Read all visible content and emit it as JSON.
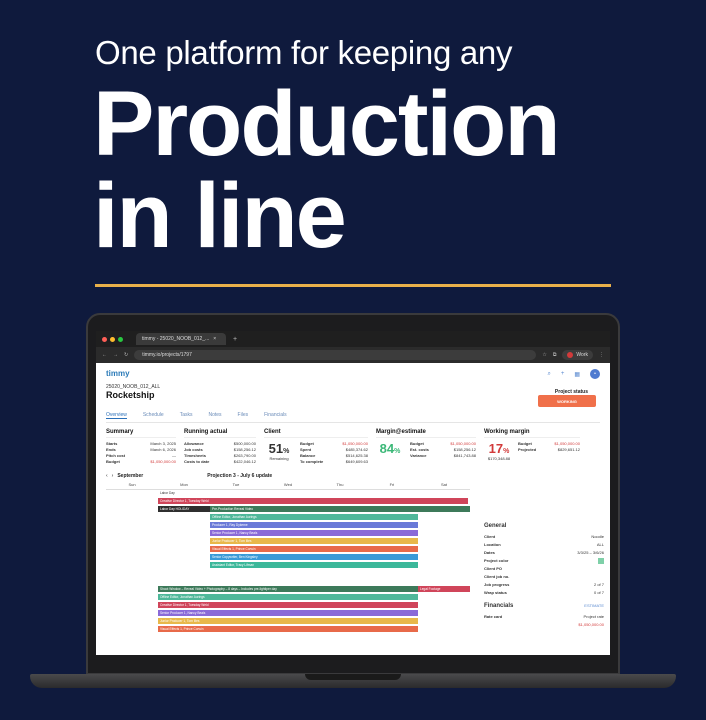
{
  "hero": {
    "subtitle": "One platform for keeping any",
    "title_line1": "Production",
    "title_line2": "in line"
  },
  "browser": {
    "tab_title": "timmy - 25020_NOOB_012_...",
    "url": "timmy.io/projects/1797",
    "profile": "Work"
  },
  "app": {
    "logo": "timmy",
    "project_code": "25020_NOOB_012_ALL",
    "project_name": "Rocketship",
    "status_label": "Project status",
    "status_value": "WORKING",
    "tabs": [
      "Overview",
      "Schedule",
      "Tasks",
      "Notes",
      "Files",
      "Financials"
    ]
  },
  "summary": {
    "title": "Summary",
    "starts_label": "Starts",
    "starts": "March 3, 2025",
    "ends_label": "Ends",
    "ends": "March 6, 2026",
    "pitch_label": "Pitch cost",
    "pitch": "—",
    "budget_label": "Budget",
    "budget": "$1,050,000.00"
  },
  "running": {
    "title": "Running actual",
    "allowance_label": "Allowance",
    "allowance": "$500,000.00",
    "job_label": "Job costs",
    "job": "$158,256.12",
    "timesheets_label": "Timesheets",
    "timesheets": "$263,790.00",
    "costs_label": "Costs to date",
    "costs": "$422,046.12"
  },
  "client": {
    "title": "Client",
    "percent": "51",
    "percent_sign": "%",
    "remaining": "Remaining",
    "budget_label": "Budget",
    "budget": "$1,050,000.00",
    "spent_label": "Spent",
    "spent": "$485,374.62",
    "balance_label": "Balance",
    "balance": "$514,625.38",
    "complete_label": "To complete",
    "complete": "$649,609.63"
  },
  "margin": {
    "title": "Margin@estimate",
    "percent": "84",
    "percent_sign": "%",
    "budget_label": "Budget",
    "budget": "$1,050,000.00",
    "est_label": "Est. costs",
    "est": "$158,256.12",
    "variance_label": "Variance",
    "variance": "$841,743.88"
  },
  "working": {
    "title": "Working margin",
    "percent": "17",
    "percent_sign": "%",
    "value": "$170,348.88",
    "budget_label": "Budget",
    "budget": "$1,050,000.00",
    "projected_label": "Projected",
    "projected": "$829,651.12"
  },
  "calendar": {
    "month": "September",
    "title": "Projection 3 - July 6 update",
    "days": [
      "Sun",
      "Mon",
      "Tue",
      "Wed",
      "Thu",
      "Fri",
      "Sat"
    ],
    "events": [
      {
        "label": "Labor Day",
        "color": "#ffffff"
      },
      {
        "label": "Creative Director 1, Tuesday Weld",
        "color": "#d0455a"
      },
      {
        "label": "Labor Day HOLIDAY",
        "color": "#2f2f2f"
      },
      {
        "label": "Pre-Production Reveal Video",
        "color": "#3d7a5a"
      },
      {
        "label": "Offline Editor, Jonathan Aurings",
        "color": "#4fb89a"
      },
      {
        "label": "Producer 1, Ray Dykeme",
        "color": "#6a7ad8"
      },
      {
        "label": "Senior Producer 1, Nancy Beals",
        "color": "#8a6ad8"
      },
      {
        "label": "Junior Producer 1, Tom Illes",
        "color": "#e8b84a"
      },
      {
        "label": "Visual Effects 1, Prince Corwin",
        "color": "#e86a4a"
      },
      {
        "label": "Senior Copywriter, Ben Kingsley",
        "color": "#3a9ad8"
      },
      {
        "label": "Assistant Editor, Tracy Lifman",
        "color": "#3cb89a"
      },
      {
        "label": "Shoot Window – Reveal Video + Photography – 8 days – Includes pre-lightiper day",
        "color": "#3d7a5a"
      },
      {
        "label": "Legal Footage",
        "color": "#d0455a"
      },
      {
        "label": "Offline Editor, Jonathan Aurings",
        "color": "#4fb89a"
      },
      {
        "label": "Creative Director 1, Tuesday Weld",
        "color": "#d0455a"
      },
      {
        "label": "Senior Producer 1, Nancy Beals",
        "color": "#8a6ad8"
      },
      {
        "label": "Junior Producer 1, Tom Illes",
        "color": "#e8b84a"
      },
      {
        "label": "Visual Effects 1, Prince Corwin",
        "color": "#e86a4a"
      }
    ]
  },
  "general": {
    "title": "General",
    "rows": [
      {
        "k": "Client",
        "v": "Noodle"
      },
      {
        "k": "Location",
        "v": "ALL"
      },
      {
        "k": "Dates",
        "v": "3/3/25 – 3/6/26"
      },
      {
        "k": "Project color",
        "v": ""
      },
      {
        "k": "Client PO",
        "v": ""
      },
      {
        "k": "Client job no.",
        "v": ""
      },
      {
        "k": "Job progress",
        "v": "2 of 7"
      },
      {
        "k": "Wrap status",
        "v": "0 of 7"
      }
    ],
    "fin_title": "Financials",
    "fin_link": "ESTIMATE",
    "rate_label": "Rate card",
    "rate": "Project rate",
    "fin_value": "$1,050,000.00"
  }
}
